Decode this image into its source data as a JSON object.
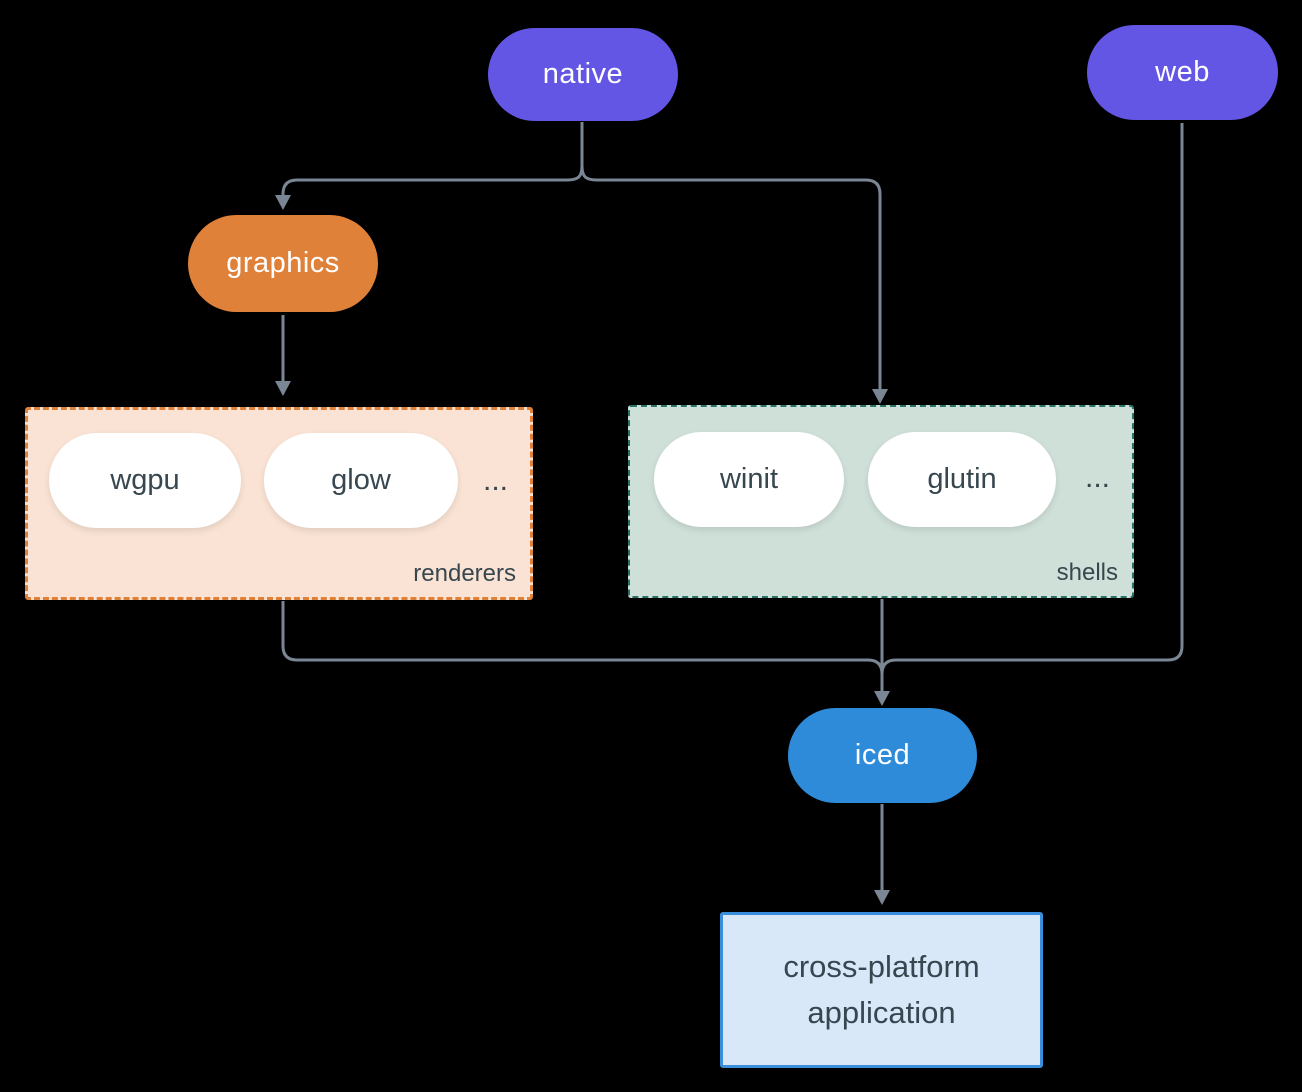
{
  "canvas": {
    "background": "#000000",
    "edge_color": "#7A8694"
  },
  "nodes": {
    "native": {
      "label": "native",
      "bg": "#6456E4",
      "text_color": "#FFFFFF"
    },
    "web": {
      "label": "web",
      "bg": "#6456E4",
      "text_color": "#FFFFFF"
    },
    "graphics": {
      "label": "graphics",
      "bg": "#E0813A",
      "text_color": "#FFFFFF"
    },
    "iced": {
      "label": "iced",
      "bg": "#2E8BD9",
      "text_color": "#FFFFFF"
    },
    "application": {
      "line1": "cross-platform",
      "line2": "application",
      "bg": "#D8E8F9",
      "border": "#3A8EDB",
      "text_color": "#37474F"
    }
  },
  "groups": {
    "renderers": {
      "label": "renderers",
      "bg": "#FAE3D4",
      "border": "#E0813A",
      "items": [
        {
          "label": "wgpu"
        },
        {
          "label": "glow"
        }
      ],
      "ellipsis": "...",
      "text_color": "#37474F"
    },
    "shells": {
      "label": "shells",
      "bg": "#CFE0D9",
      "border": "#2A7467",
      "items": [
        {
          "label": "winit"
        },
        {
          "label": "glutin"
        }
      ],
      "ellipsis": "...",
      "text_color": "#37474F"
    }
  },
  "edges": [
    {
      "from": "native",
      "to": "graphics"
    },
    {
      "from": "native",
      "to": "shells"
    },
    {
      "from": "graphics",
      "to": "renderers"
    },
    {
      "from": "renderers",
      "to": "iced"
    },
    {
      "from": "shells",
      "to": "iced"
    },
    {
      "from": "web",
      "to": "iced"
    },
    {
      "from": "iced",
      "to": "application"
    }
  ]
}
